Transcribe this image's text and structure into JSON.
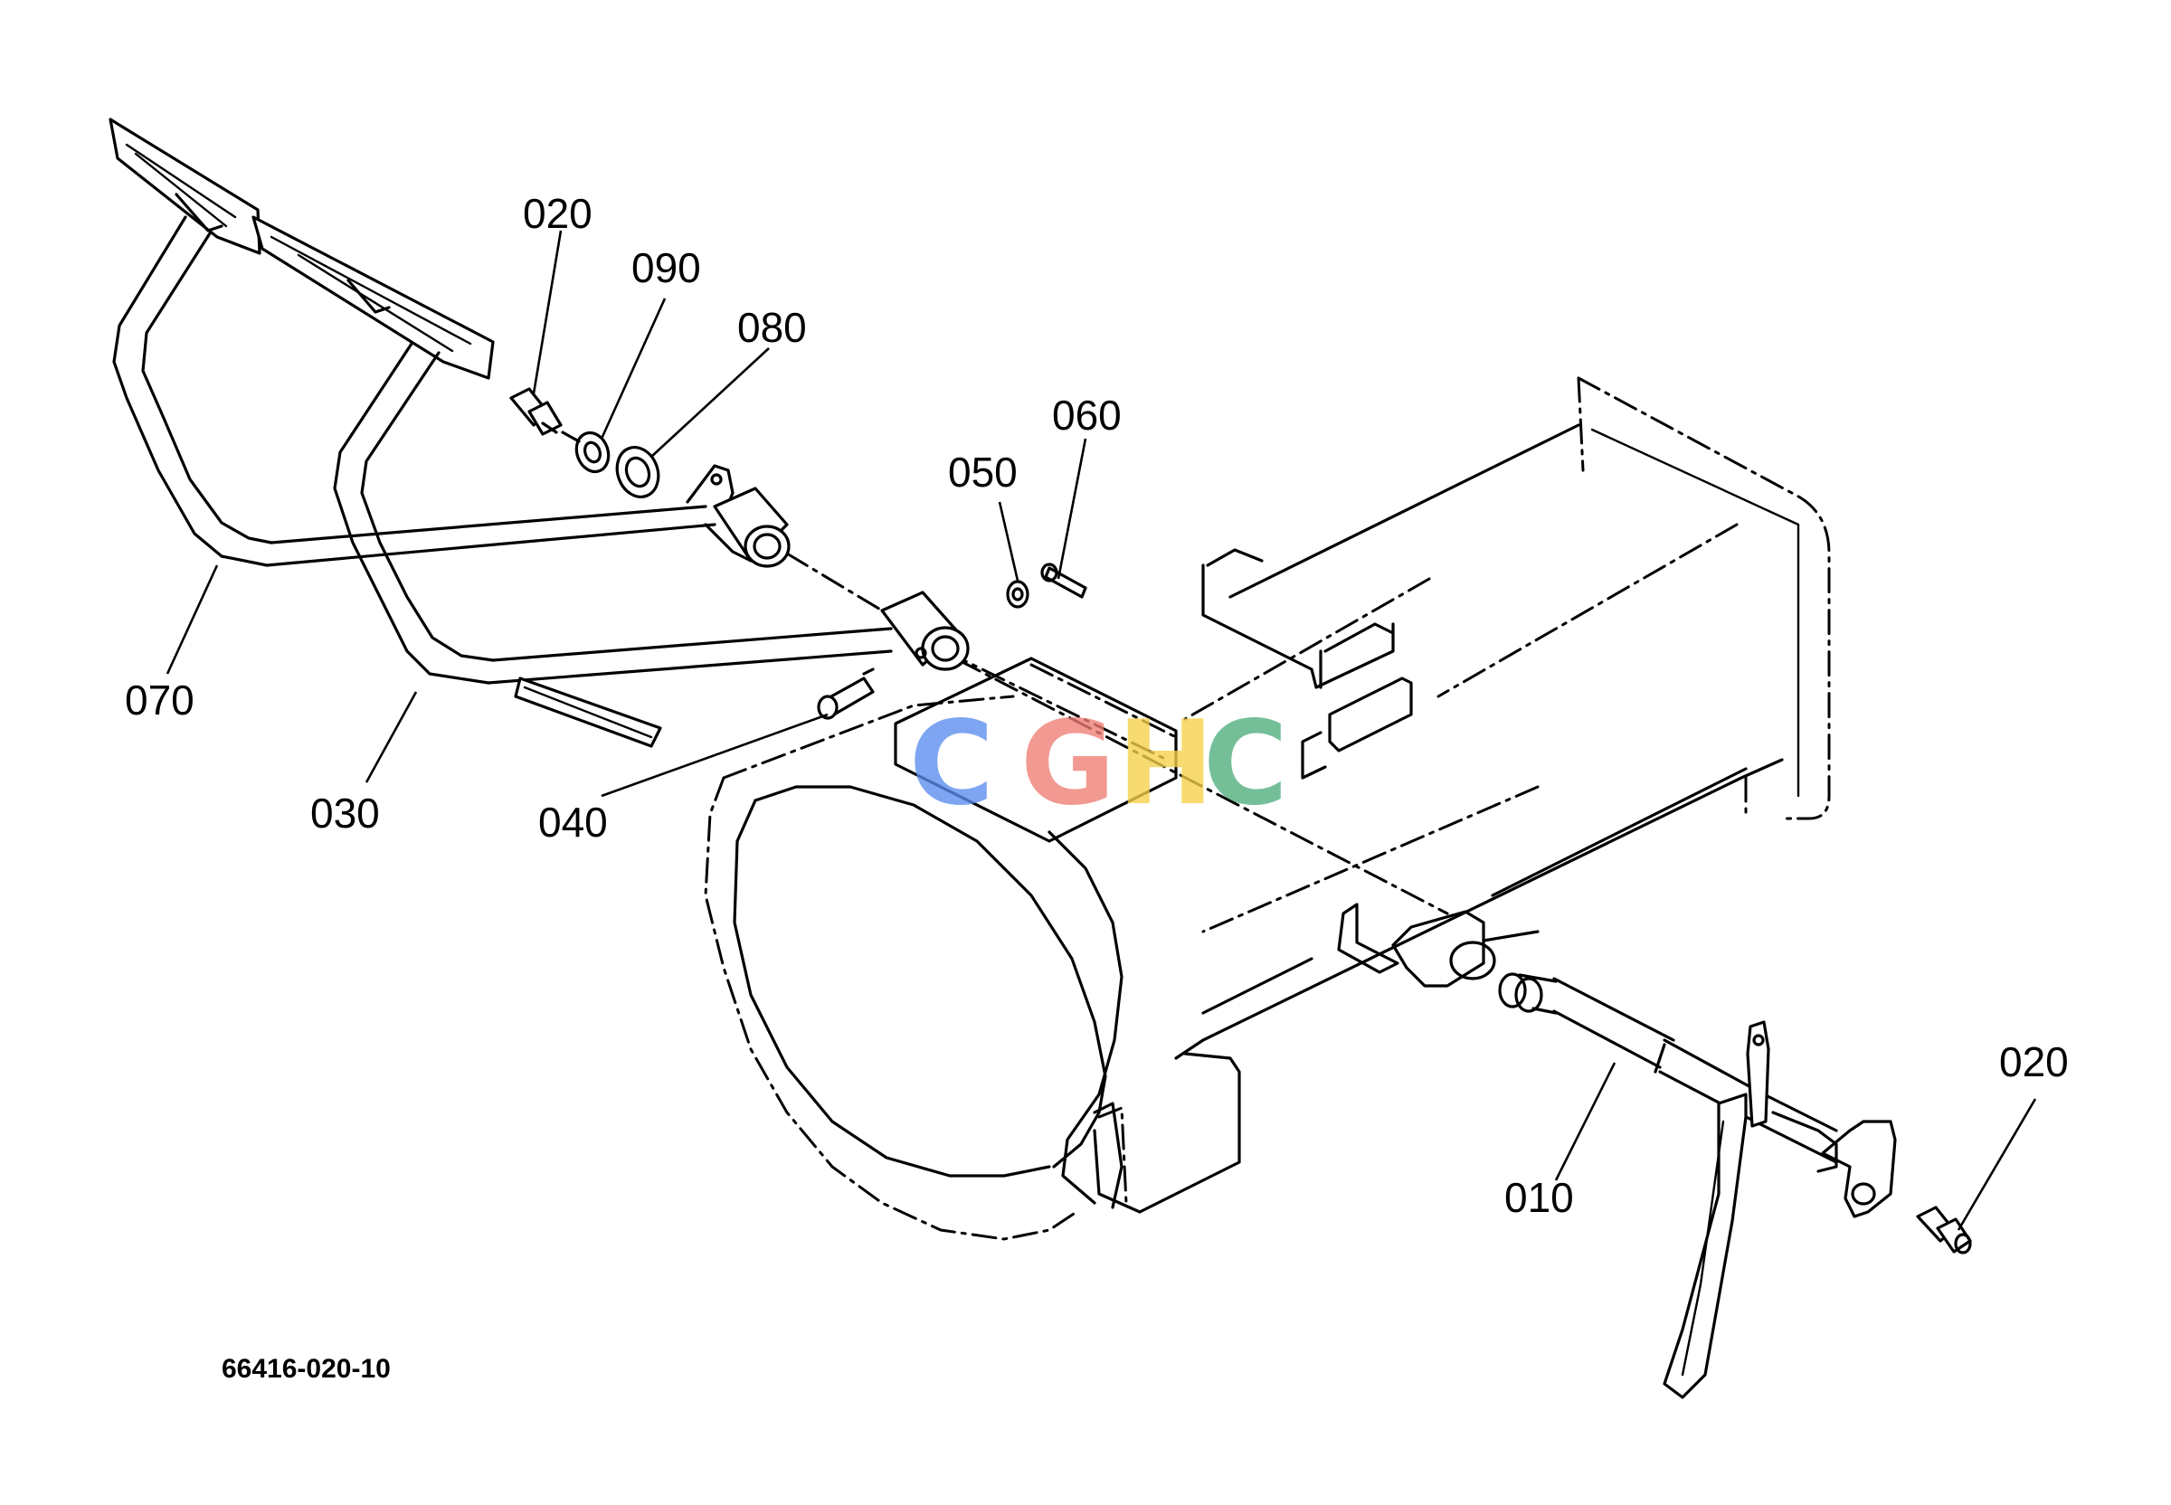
{
  "callouts": {
    "p020_top": "020",
    "p090": "090",
    "p080": "080",
    "p060": "060",
    "p050": "050",
    "p070": "070",
    "p030": "030",
    "p040": "040",
    "p020_right": "020",
    "p010": "010"
  },
  "drawing_number": "66416-020-10",
  "watermark": {
    "letters": [
      "C",
      "G",
      "H",
      "C"
    ],
    "colors": [
      "#5b8def",
      "#ef7d74",
      "#f6d24a",
      "#4fae7c"
    ]
  }
}
